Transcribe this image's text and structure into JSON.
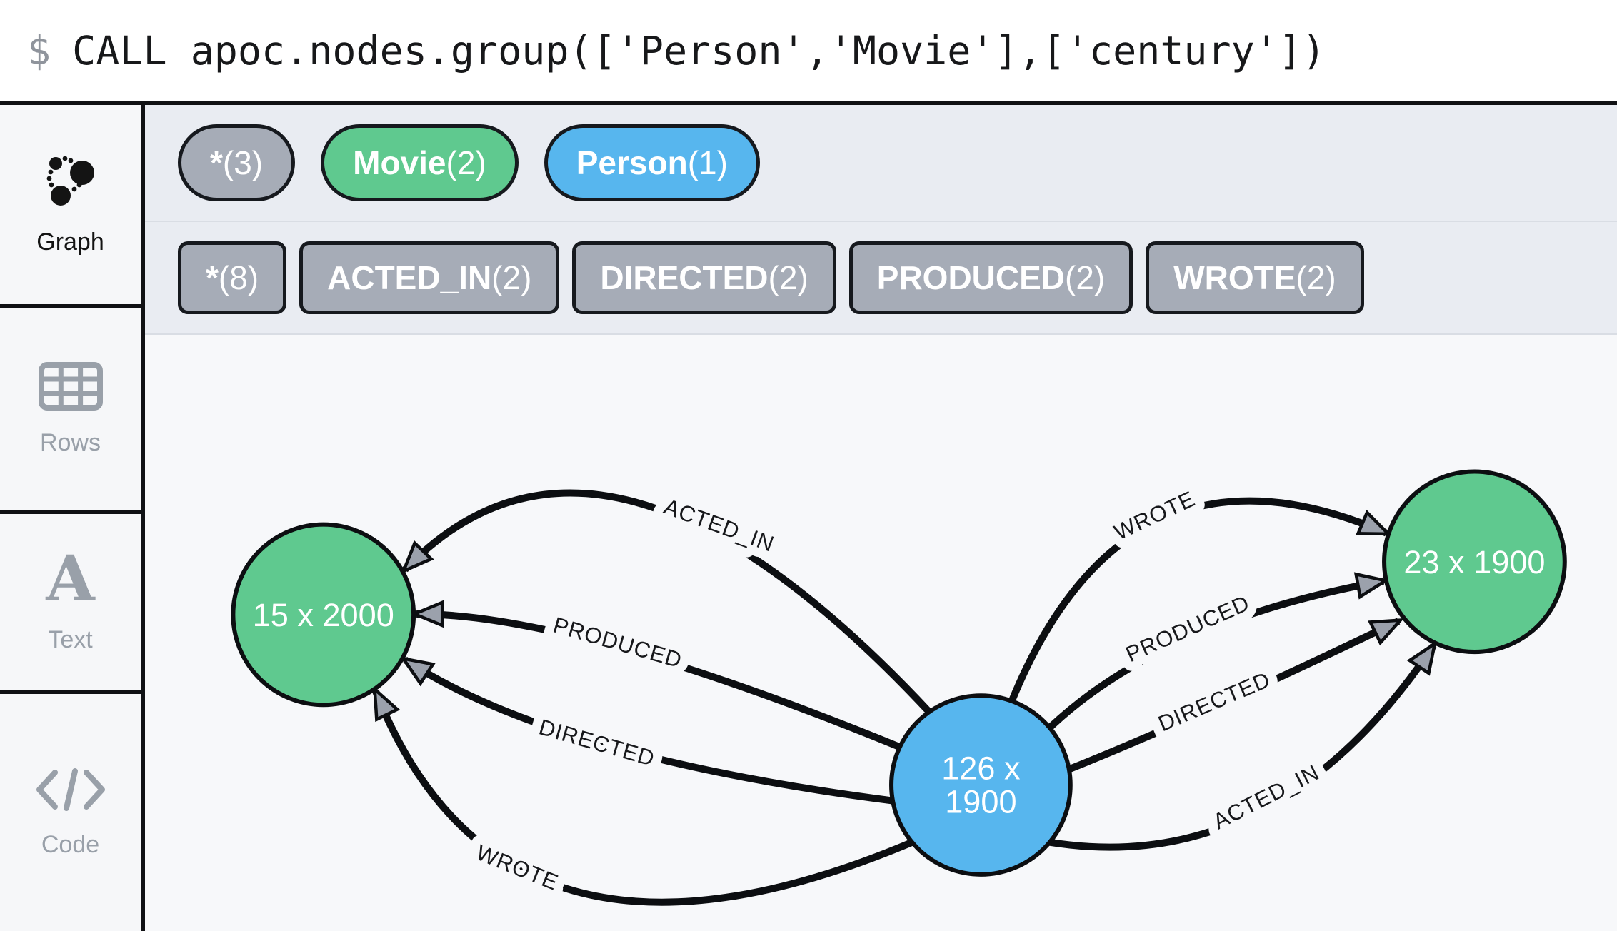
{
  "query_bar": {
    "prompt": "$",
    "query": "CALL apoc.nodes.group(['Person','Movie'],['century'])"
  },
  "sidebar": {
    "tabs": [
      {
        "label": "Graph",
        "active": true
      },
      {
        "label": "Rows",
        "active": false
      },
      {
        "label": "Text",
        "active": false
      },
      {
        "label": "Code",
        "active": false
      }
    ]
  },
  "icons": {
    "text_glyph": "A"
  },
  "overview": {
    "node_labels": [
      {
        "name": "*",
        "count": "(3)",
        "color": "#A6ACB7"
      },
      {
        "name": "Movie",
        "count": "(2)",
        "color": "#5FC98F"
      },
      {
        "name": "Person",
        "count": "(1)",
        "color": "#57B6EE"
      }
    ],
    "rel_color": "#A6ACB7",
    "relationships": [
      {
        "name": "*",
        "count": "(8)"
      },
      {
        "name": "ACTED_IN",
        "count": "(2)"
      },
      {
        "name": "DIRECTED",
        "count": "(2)"
      },
      {
        "name": "PRODUCED",
        "count": "(2)"
      },
      {
        "name": "WROTE",
        "count": "(2)"
      }
    ]
  },
  "graph": {
    "type": "graph",
    "nodes": [
      {
        "label": "15 x 2000",
        "group": "Movie",
        "color": "#5FC98F"
      },
      {
        "label": "126 x 1900",
        "line1": "126 x",
        "line2": "1900",
        "group": "Person",
        "color": "#57B6EE"
      },
      {
        "label": "23 x 1900",
        "group": "Movie",
        "color": "#5FC98F"
      }
    ],
    "edges": [
      {
        "label": "ACTED_IN",
        "from": "126 x 1900",
        "to": "15 x 2000"
      },
      {
        "label": "PRODUCED",
        "from": "126 x 1900",
        "to": "15 x 2000"
      },
      {
        "label": "DIRECTED",
        "from": "126 x 1900",
        "to": "15 x 2000"
      },
      {
        "label": "WROTE",
        "from": "126 x 1900",
        "to": "15 x 2000"
      },
      {
        "label": "WROTE",
        "from": "126 x 1900",
        "to": "23 x 1900"
      },
      {
        "label": "PRODUCED",
        "from": "126 x 1900",
        "to": "23 x 1900"
      },
      {
        "label": "DIRECTED",
        "from": "126 x 1900",
        "to": "23 x 1900"
      },
      {
        "label": "ACTED_IN",
        "from": "126 x 1900",
        "to": "23 x 1900"
      }
    ]
  }
}
